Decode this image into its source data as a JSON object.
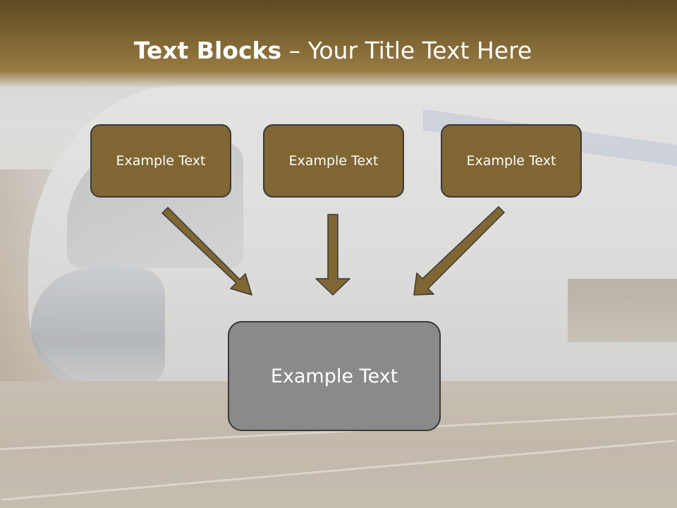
{
  "title": {
    "bold": "Text Blocks",
    "separator": " – ",
    "rest": "Your Title Text Here"
  },
  "boxes": [
    {
      "label": "Example Text"
    },
    {
      "label": "Example Text"
    },
    {
      "label": "Example Text"
    }
  ],
  "main_box": {
    "label": "Example Text"
  },
  "colors": {
    "accent": "#7f6632",
    "title_bar": "#7e6532",
    "main_box": "#8a8a8a",
    "border": "#3a3a3a",
    "text": "#ffffff"
  }
}
